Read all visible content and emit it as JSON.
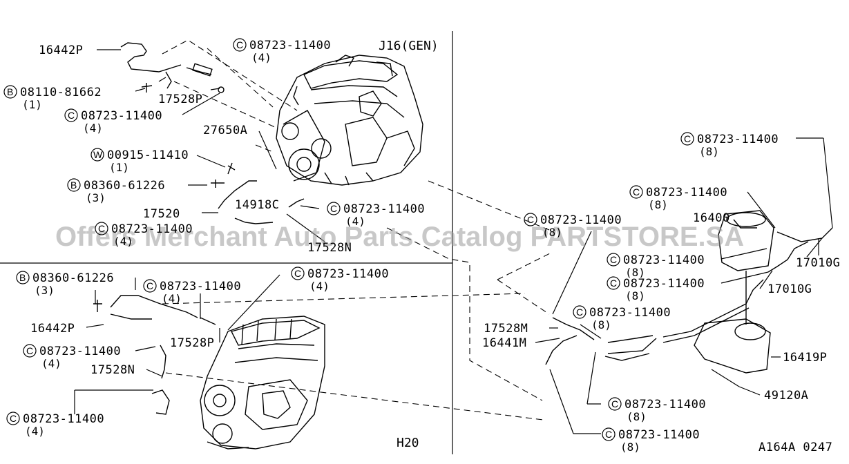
{
  "watermark": "Offers Merchant Auto Parts Catalog PARTSTORE.SA",
  "sections": {
    "j16": "J16(GEN)",
    "h20": "H20",
    "diagram_code": "A164A 0247"
  },
  "prefix_letters": {
    "b": "B",
    "c": "C",
    "w": "W"
  },
  "parts": {
    "p16442p_top": "16442P",
    "p16442p_left": "16442P",
    "p17528p_top": "17528P",
    "p17528p_left": "17528P",
    "p27650a": "27650A",
    "p14918c": "14918C",
    "p17520": "17520",
    "p17528n_top": "17528N",
    "p17528n_left": "17528N",
    "p17528m": "17528M",
    "p16441m": "16441M",
    "p16400": "16400",
    "p17010g_a": "17010G",
    "p17010g_b": "17010G",
    "p16419p": "16419P",
    "p49120a": "49120A"
  },
  "fasteners": {
    "f08723": "08723-11400",
    "f08110": "08110-81662",
    "f00915": "00915-11410",
    "f08360": "08360-61226"
  },
  "quantities": {
    "q1": "(1)",
    "q3": "(3)",
    "q4": "(4)",
    "q8": "(8)"
  }
}
